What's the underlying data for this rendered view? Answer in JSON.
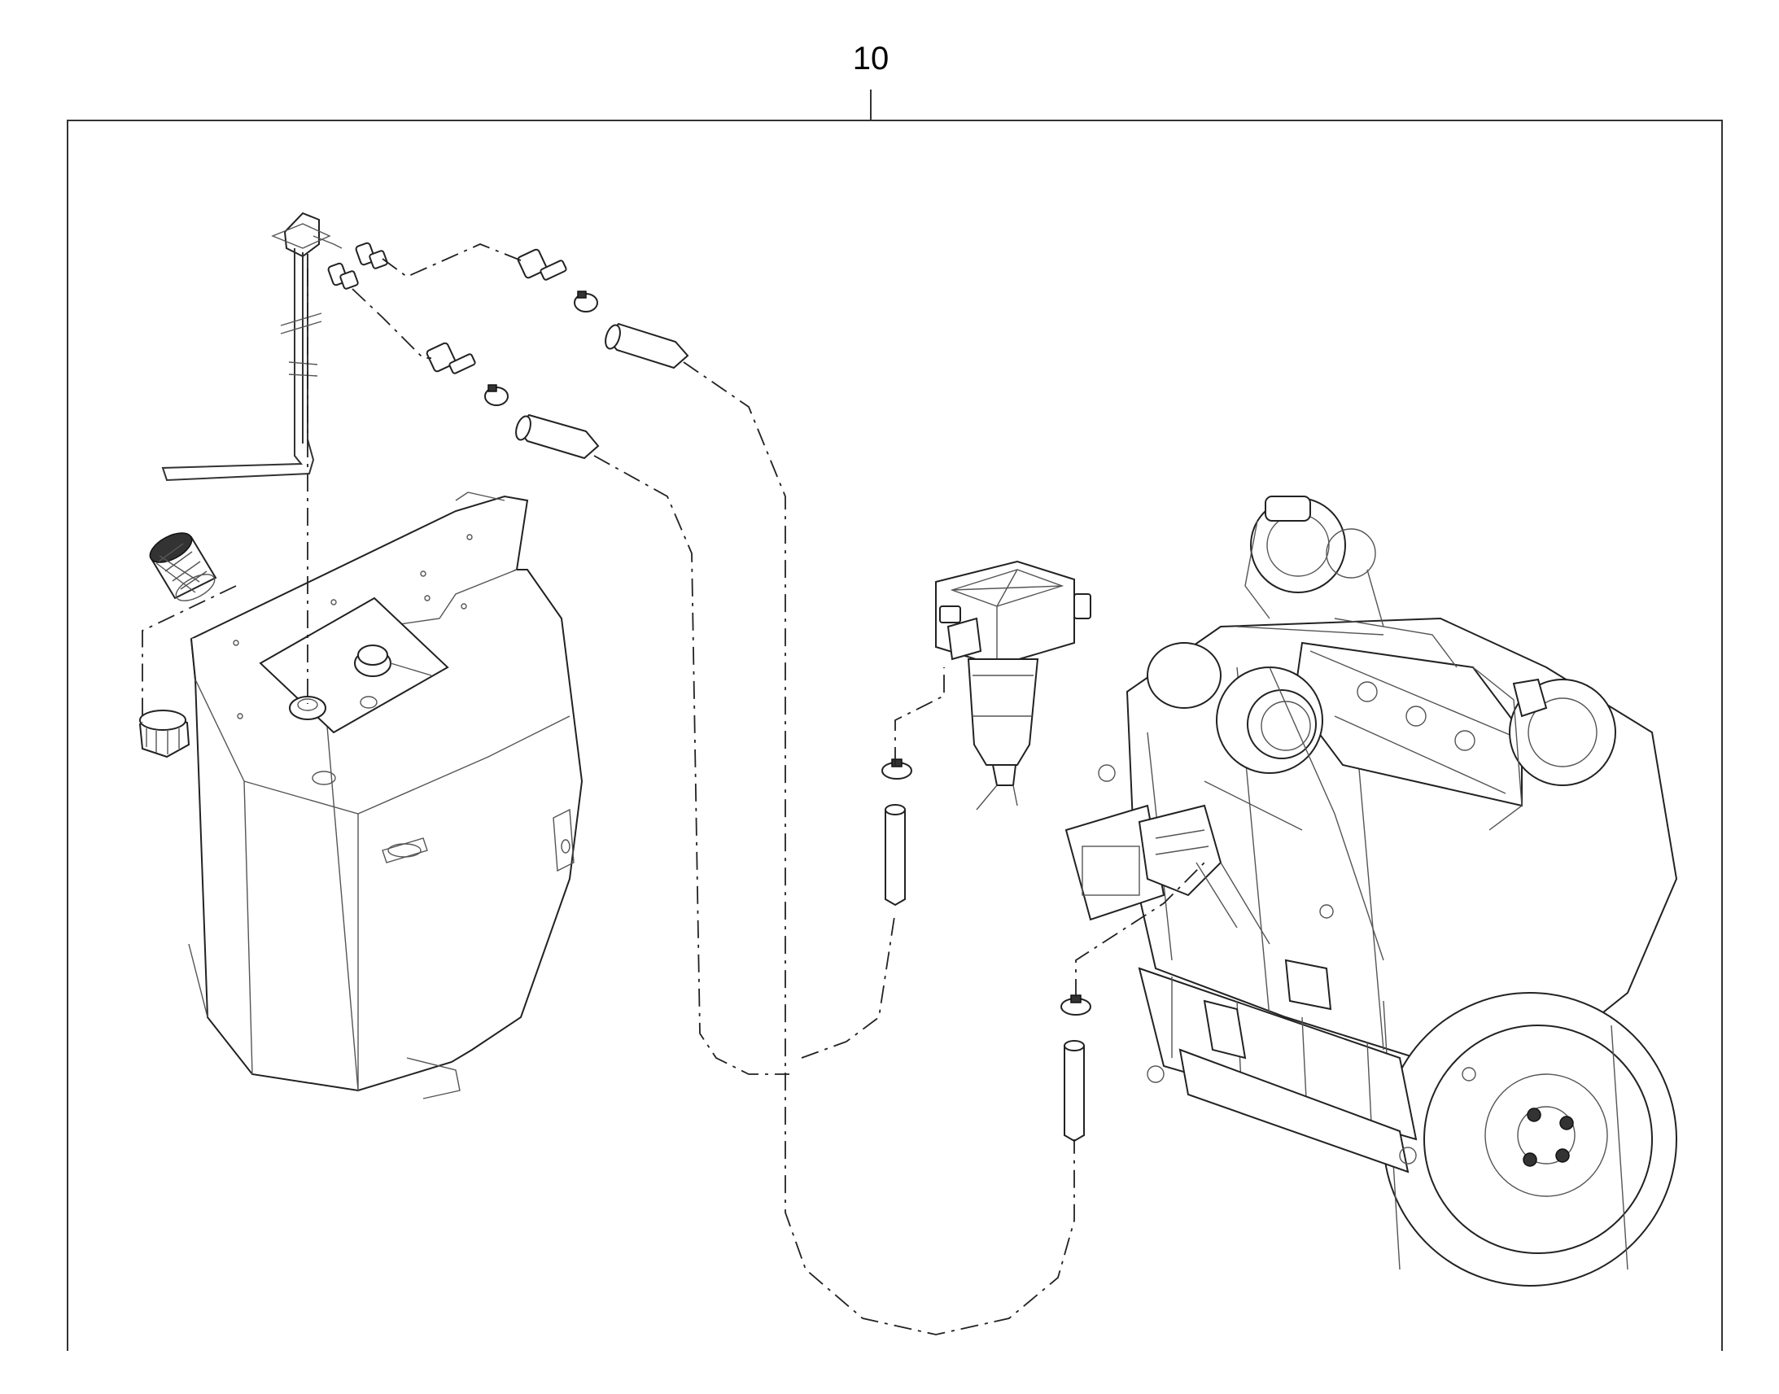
{
  "callout": {
    "label": "10"
  },
  "icons": [
    "fuel-tank",
    "fuel-sender",
    "strainer",
    "filler-cap",
    "quick-connector",
    "hose-clamp",
    "hose",
    "fuel-filter",
    "engine"
  ]
}
